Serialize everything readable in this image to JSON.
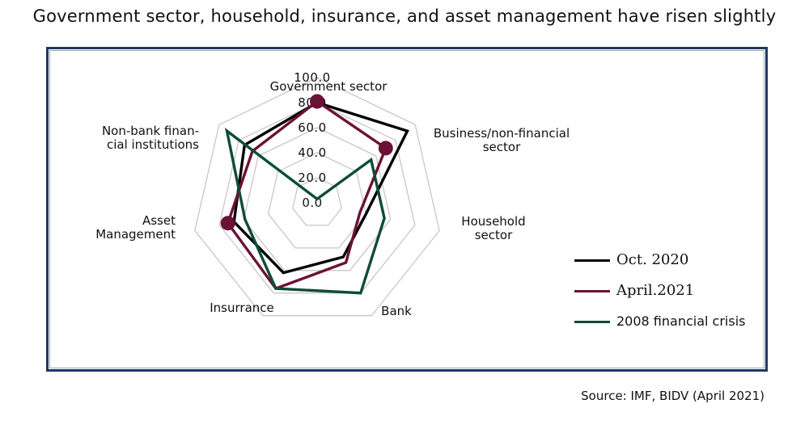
{
  "title": "Government sector, household, insurance, and asset management have risen slightly",
  "source": "Source: IMF, BIDV (April 2021)",
  "chart_data": {
    "type": "radar",
    "axes": [
      {
        "label_lines": [
          "Government sector"
        ]
      },
      {
        "label_lines": [
          "Business/non-financial",
          "sector"
        ]
      },
      {
        "label_lines": [
          "Household",
          "sector"
        ]
      },
      {
        "label_lines": [
          "Bank"
        ]
      },
      {
        "label_lines": [
          "Insurrance"
        ]
      },
      {
        "label_lines": [
          "Asset",
          "Management"
        ]
      },
      {
        "label_lines": [
          "Non-bank finan-",
          "cial institutions"
        ]
      }
    ],
    "tick_labels": [
      "0.0",
      "20.0",
      "40.0",
      "60.0",
      "80.0",
      "100.0"
    ],
    "rlim": [
      0,
      100
    ],
    "grid": true,
    "legend_position": "right",
    "series": [
      {
        "name": "Oct. 2020",
        "color": "#000000",
        "markers": false,
        "values": [
          80,
          92,
          40,
          48,
          62,
          68,
          74
        ]
      },
      {
        "name": "April.2021",
        "color": "#6b1136",
        "markers": true,
        "values": [
          81,
          70,
          35,
          53,
          76,
          73,
          66
        ]
      },
      {
        "name": "2008 financial crisis",
        "color": "#0d4d33",
        "markers": false,
        "values": [
          3,
          55,
          55,
          80,
          76,
          59,
          92
        ]
      }
    ]
  }
}
